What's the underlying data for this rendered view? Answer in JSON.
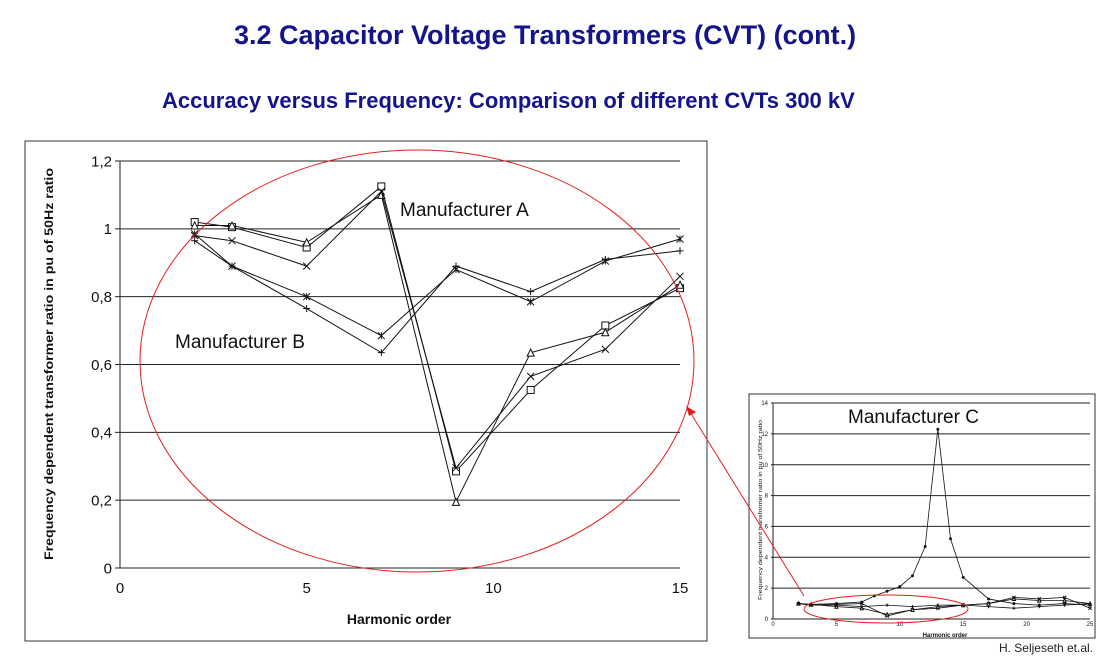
{
  "slide": {
    "title": "3.2 Capacitor Voltage Transformers (CVT) (cont.)",
    "subtitle": "Accuracy versus Frequency: Comparison of different CVTs 300 kV",
    "credit": "H. Seljeseth et.al.",
    "title_color": "#14148c",
    "highlight_color": "#e02020"
  },
  "chart_data": [
    {
      "type": "line",
      "xlabel": "Harmonic order",
      "ylabel": "Frequency dependent transformer ratio in pu of 50Hz ratio",
      "xlim": [
        0,
        15
      ],
      "ylim": [
        0,
        1.2
      ],
      "x_ticks": [
        "0",
        "5",
        "10",
        "15"
      ],
      "y_ticks": [
        "0",
        "0,2",
        "0,4",
        "0,6",
        "0,8",
        "1",
        "1,2"
      ],
      "grid": "horizontal",
      "annotations": [
        "Manufacturer A",
        "Manufacturer B"
      ],
      "series": [
        {
          "marker": "square",
          "x": [
            2,
            3,
            5,
            7,
            9,
            11,
            13,
            15
          ],
          "y": [
            1.02,
            1.005,
            0.945,
            1.125,
            0.285,
            0.525,
            0.715,
            0.825
          ]
        },
        {
          "marker": "triangle",
          "x": [
            2,
            3,
            5,
            7,
            9,
            11,
            13,
            15
          ],
          "y": [
            1.01,
            1.01,
            0.96,
            1.1,
            0.195,
            0.635,
            0.695,
            0.835
          ]
        },
        {
          "marker": "x",
          "x": [
            2,
            3,
            5,
            7,
            9,
            11,
            13,
            15
          ],
          "y": [
            0.98,
            0.965,
            0.89,
            1.11,
            0.295,
            0.565,
            0.645,
            0.86
          ]
        },
        {
          "marker": "plus",
          "x": [
            2,
            3,
            5,
            7,
            9,
            11,
            13,
            15
          ],
          "y": [
            0.965,
            0.89,
            0.765,
            0.635,
            0.89,
            0.815,
            0.91,
            0.935
          ]
        },
        {
          "marker": "star",
          "x": [
            2,
            3,
            5,
            7,
            9,
            11,
            13,
            15
          ],
          "y": [
            0.985,
            0.89,
            0.8,
            0.685,
            0.88,
            0.785,
            0.905,
            0.97
          ]
        }
      ]
    },
    {
      "type": "line",
      "xlabel": "Harmonic order",
      "ylabel": "Frequency dependent transformer ratio in pu of 50Hz ratio",
      "xlim": [
        0,
        25
      ],
      "ylim": [
        0,
        14
      ],
      "x_ticks": [
        "0",
        "5",
        "10",
        "15",
        "20",
        "25"
      ],
      "y_ticks": [
        "0",
        "2",
        "4",
        "6",
        "8",
        "10",
        "12",
        "14"
      ],
      "grid": "horizontal",
      "annotations": [
        "Manufacturer C"
      ],
      "series": [
        {
          "marker": "dot",
          "x": [
            2,
            3,
            5,
            7,
            8,
            9,
            10,
            11,
            12,
            13,
            14,
            15,
            17,
            19,
            21,
            23,
            25
          ],
          "y": [
            1.0,
            0.95,
            1.0,
            1.1,
            1.5,
            1.8,
            2.1,
            2.8,
            4.7,
            12.3,
            5.2,
            2.7,
            1.3,
            1.0,
            0.9,
            1.0,
            0.9
          ]
        },
        {
          "marker": "x",
          "x": [
            2,
            3,
            5,
            7,
            9,
            11,
            13,
            15,
            17,
            19,
            21,
            23,
            25
          ],
          "y": [
            1.0,
            0.9,
            0.95,
            1.0,
            0.2,
            0.6,
            0.7,
            0.9,
            1.0,
            1.4,
            1.3,
            1.4,
            0.7
          ]
        },
        {
          "marker": "triangle",
          "x": [
            2,
            3,
            5,
            7,
            9,
            11,
            13,
            15,
            17,
            19,
            21,
            23,
            25
          ],
          "y": [
            1.0,
            0.95,
            0.8,
            0.7,
            0.3,
            0.6,
            0.8,
            0.9,
            1.0,
            1.3,
            1.2,
            1.2,
            1.0
          ]
        },
        {
          "marker": "plus",
          "x": [
            2,
            3,
            5,
            7,
            9,
            11,
            13,
            15,
            17,
            19,
            21,
            23,
            25
          ],
          "y": [
            1.0,
            0.9,
            0.9,
            0.8,
            0.9,
            0.8,
            0.9,
            0.9,
            0.8,
            0.7,
            0.8,
            0.9,
            1.0
          ]
        }
      ]
    }
  ]
}
